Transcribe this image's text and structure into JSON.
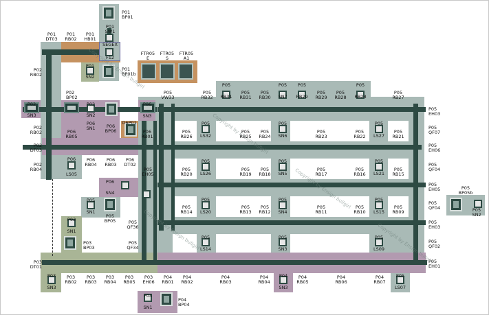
{
  "diagram": {
    "top_units": [
      {
        "id": "bp01",
        "lines": [
          "P01",
          "BP01"
        ]
      },
      {
        "id": "sw01",
        "lines": [
          "P01",
          "SW1"
        ]
      },
      {
        "id": "sn2",
        "lines": [
          "P01",
          "SN2"
        ]
      },
      {
        "id": "bp01b",
        "lines": [
          "P01",
          "BP01b"
        ]
      }
    ],
    "segex": {
      "line1": "SEGEX",
      "line2": "F12"
    },
    "rb_top": [
      {
        "id": "dt03",
        "lines": [
          "P01",
          "DT03"
        ]
      },
      {
        "id": "rb02",
        "lines": [
          "P01",
          "RB02"
        ]
      },
      {
        "id": "hb01",
        "lines": [
          "P01",
          "HB01"
        ]
      }
    ],
    "fans": [
      {
        "id": "ftr-e",
        "lines": [
          "FTR05",
          "E"
        ]
      },
      {
        "id": "ftr-s",
        "lines": [
          "FTR05",
          "S"
        ]
      },
      {
        "id": "ftr-a1",
        "lines": [
          "FTR05",
          "A1"
        ]
      }
    ],
    "left_labels": [
      {
        "id": "rb02",
        "lines": [
          "P02",
          "RB02"
        ]
      },
      {
        "id": "sn3",
        "lines": [
          "P02",
          "SN3"
        ]
      },
      {
        "id": "rb02b",
        "lines": [
          "P02",
          "RB02"
        ]
      },
      {
        "id": "dt03",
        "lines": [
          "P02",
          "DT03"
        ]
      },
      {
        "id": "rb04",
        "lines": [
          "P02",
          "RB04"
        ]
      },
      {
        "id": "p03dt01",
        "lines": [
          "P03",
          "DT01"
        ]
      }
    ],
    "block02": {
      "bp02": [
        "P02",
        "BP02"
      ],
      "sn2": [
        "P02",
        "SN2"
      ],
      "sn1": [
        "P06",
        "SN1"
      ],
      "bp06": [
        "P06",
        "BP06"
      ],
      "ob01": [
        "O6P01",
        "BP06"
      ],
      "sn3": [
        "P06",
        "SN3"
      ],
      "rb01": [
        "P06",
        "RB01"
      ],
      "vw33": [
        "P05",
        "VW33"
      ],
      "rb05": [
        "P06",
        "RB05"
      ],
      "rb04": [
        "P06",
        "RB04"
      ],
      "rb03": [
        "P06",
        "RB03"
      ],
      "dt02": [
        "P06",
        "DT02"
      ],
      "ls05": [
        "P06",
        "LS05"
      ]
    },
    "row_rb32": [
      "P05",
      "RB32"
    ],
    "row_top": [
      {
        "l": [
          "P05",
          "RB31"
        ]
      },
      {
        "l": [
          "P05",
          "RB31"
        ]
      },
      {
        "l": [
          "P05",
          "RB30"
        ]
      },
      {
        "l": [
          "P05",
          "SN7"
        ]
      },
      {
        "l": [
          "P05",
          "RB29"
        ]
      },
      {
        "l": [
          "P05",
          "RB29"
        ]
      },
      {
        "l": [
          "P05",
          "RB28"
        ]
      },
      {
        "l": [
          "P05",
          "RB28"
        ]
      },
      {
        "l": [
          "P05",
          "RB27"
        ]
      }
    ],
    "row_mid1": [
      [
        "P05",
        "RB26"
      ],
      [
        "P05",
        "LS32"
      ],
      [
        "P05",
        "RB25"
      ],
      [
        "P05",
        "RB24"
      ],
      [
        "P05",
        "SN6"
      ],
      [
        "P05",
        "RB23"
      ],
      [
        "P05",
        "RB22"
      ],
      [
        "P05",
        "LS27"
      ],
      [
        "P05",
        "RB21"
      ]
    ],
    "row_mid2": [
      [
        "P05",
        "RB20"
      ],
      [
        "P05",
        "LS26"
      ],
      [
        "P05",
        "RB19"
      ],
      [
        "P05",
        "RB18"
      ],
      [
        "P05",
        "SN5"
      ],
      [
        "P05",
        "RB17"
      ],
      [
        "P05",
        "RB16"
      ],
      [
        "P05",
        "LS21"
      ],
      [
        "P05",
        "RB15"
      ]
    ],
    "row_mid3": [
      [
        "P05",
        "RB14"
      ],
      [
        "P05",
        "LS20"
      ],
      [
        "P05",
        "RB13"
      ],
      [
        "P05",
        "RB12"
      ],
      [
        "P05",
        "SN4"
      ],
      [
        "P05",
        "RB11"
      ],
      [
        "P05",
        "RB10"
      ],
      [
        "P05",
        "LS15"
      ],
      [
        "P05",
        "RB09"
      ]
    ],
    "row_mid4": [
      [
        "P05",
        "LS14"
      ],
      [
        "P05",
        "SN3"
      ],
      [
        "P05",
        "LS09"
      ]
    ],
    "right_labels": [
      [
        "P05",
        "EH03"
      ],
      [
        "P05",
        "QF07"
      ],
      [
        "P05",
        "EH06"
      ],
      [
        "P05",
        "QF04"
      ],
      [
        "P05",
        "EH05"
      ],
      [
        "P05",
        "QF04"
      ],
      [
        "P05",
        "EH03"
      ],
      [
        "P05",
        "QF02"
      ],
      [
        "P05",
        "EH01"
      ]
    ],
    "bp05b": {
      "lines": [
        "P05",
        "BP05b"
      ],
      "sn2": [
        "P05",
        "SN2"
      ]
    },
    "eh05": [
      "P05",
      "EH05"
    ],
    "sn4": [
      "P06",
      "SN4"
    ],
    "p05sn1": [
      "P05",
      "SN1"
    ],
    "bp05": [
      "P05",
      "BP05"
    ],
    "qf36": [
      "P05",
      "QF36"
    ],
    "qf34": [
      "P05",
      "QF34"
    ],
    "p03sn1": [
      "P03",
      "SN1"
    ],
    "bp03": [
      "P03",
      "BP03"
    ],
    "bottom_row": [
      [
        "P03",
        "RB02"
      ],
      [
        "P03",
        "RB03"
      ],
      [
        "P03",
        "RB04"
      ],
      [
        "P03",
        "RB05"
      ],
      [
        "P03",
        "EH06"
      ],
      [
        "P04",
        "RB01"
      ],
      [
        "P04",
        "RB02"
      ],
      [
        "P04",
        "RB03"
      ],
      [
        "P04",
        "RB04"
      ],
      [
        "P04",
        "RB05"
      ],
      [
        "P04",
        "RB06"
      ],
      [
        "P04",
        "RB07"
      ]
    ],
    "bottom_units": [
      {
        "lines": [
          "P03",
          "SN3"
        ]
      },
      {
        "lines": [
          "P04",
          "SN3"
        ]
      },
      {
        "lines": [
          "P05",
          "LS07"
        ]
      }
    ],
    "p04": {
      "sn1": [
        "P04",
        "SN1"
      ],
      "bp04": [
        "P04",
        "BP04"
      ]
    },
    "watermark": "Copyright by Ensign bullgirl"
  }
}
